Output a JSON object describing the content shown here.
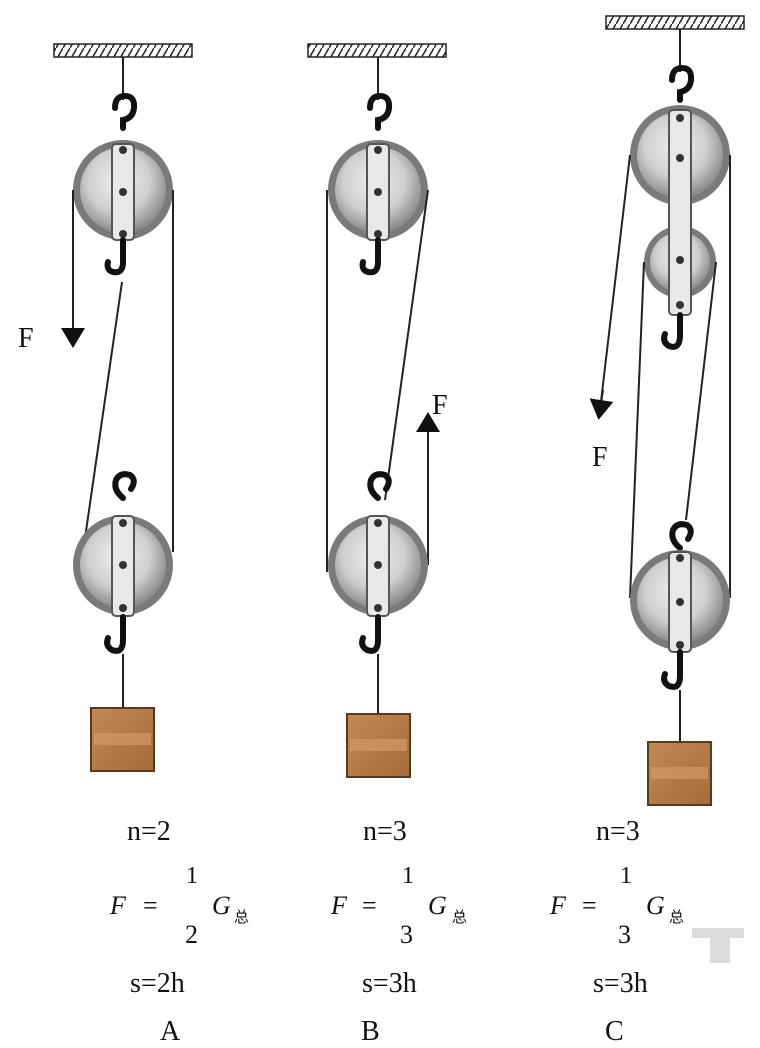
{
  "figures": [
    {
      "id": "A",
      "force_label": "F",
      "n_text": "n=2",
      "f_lhs": "F",
      "f_eq": "=",
      "frac_num": "1",
      "frac_den": "2",
      "g_symbol": "G",
      "g_sub": "总",
      "s_text": "s=2h",
      "letter": "A"
    },
    {
      "id": "B",
      "force_label": "F",
      "n_text": "n=3",
      "f_lhs": "F",
      "f_eq": "=",
      "frac_num": "1",
      "frac_den": "3",
      "g_symbol": "G",
      "g_sub": "总",
      "s_text": "s=3h",
      "letter": "B"
    },
    {
      "id": "C",
      "force_label": "F",
      "n_text": "n=3",
      "f_lhs": "F",
      "f_eq": "=",
      "frac_num": "1",
      "frac_den": "3",
      "g_symbol": "G",
      "g_sub": "总",
      "s_text": "s=3h",
      "letter": "C"
    }
  ],
  "colors": {
    "block": "#b07a48",
    "block_stripe": "#c9956a",
    "pulley_outer": "#6f6f6f",
    "pulley_inner": "#d4d4d4",
    "frame": "#bdbdbd"
  }
}
